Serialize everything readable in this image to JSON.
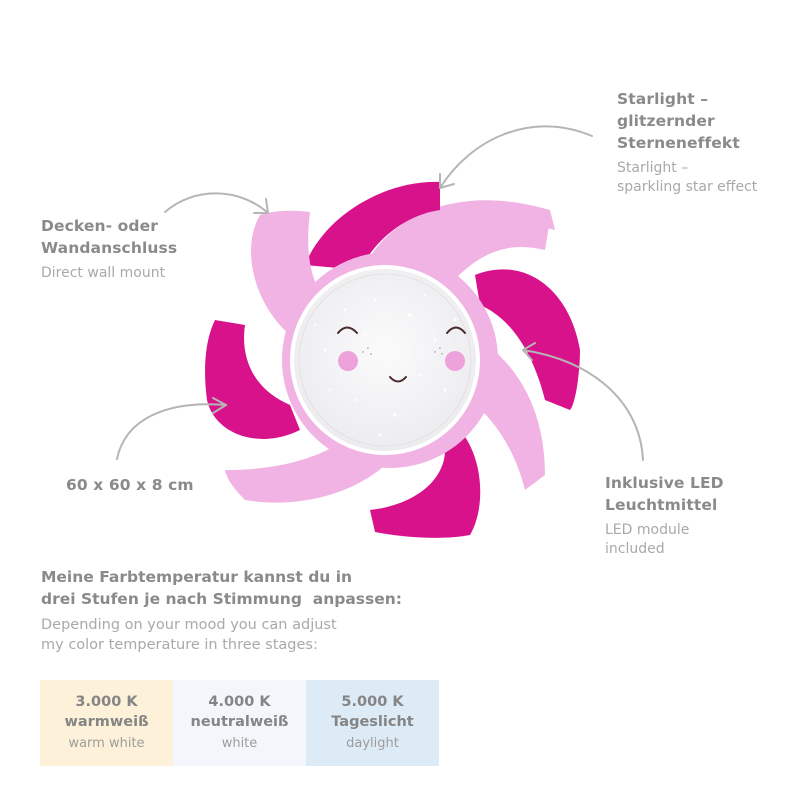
{
  "features": {
    "starlight": {
      "heading_lines": [
        "Starlight –",
        "glitzernder",
        "Sterneneffekt"
      ],
      "sub_lines": [
        "Starlight –",
        "sparkling star effect"
      ],
      "icon": "curved-arrow-icon"
    },
    "mount": {
      "heading_lines": [
        "Decken- oder",
        "Wandanschluss"
      ],
      "sub_lines": [
        "Direct wall mount"
      ],
      "icon": "curved-arrow-icon"
    },
    "dimensions": {
      "heading_lines": [
        "60 x 60 x 8 cm"
      ],
      "icon": "curved-arrow-icon"
    },
    "led": {
      "heading_lines": [
        "Inklusive LED",
        "Leuchtmittel"
      ],
      "sub_lines": [
        "LED module",
        "included"
      ],
      "icon": "curved-arrow-icon"
    }
  },
  "intro": {
    "heading_lines": [
      "Meine Farbtemperatur kannst du in",
      "drei Stufen je nach Stimmung  anpassen:"
    ],
    "sub_lines": [
      "Depending on your mood you can adjust",
      "my color temperature in three stages:"
    ]
  },
  "color_temperatures": [
    {
      "kelvin": "3.000 K",
      "name_de": "warmweiß",
      "name_en": "warm white",
      "bg": "#FDF1DA"
    },
    {
      "kelvin": "4.000 K",
      "name_de": "neutralweiß",
      "name_en": "white",
      "bg": "#F3F7FB"
    },
    {
      "kelvin": "5.000 K",
      "name_de": "Tageslicht",
      "name_en": "daylight",
      "bg": "#DDEBF7"
    }
  ],
  "product": {
    "name": "pink-sun-ceiling-lamp",
    "colors": {
      "petal_dark": "#D8128A",
      "petal_light": "#F0B3E3",
      "disc": "#F7F7F8",
      "cheek": "#EDA2DC",
      "face_line": "#4A2A2A"
    }
  }
}
